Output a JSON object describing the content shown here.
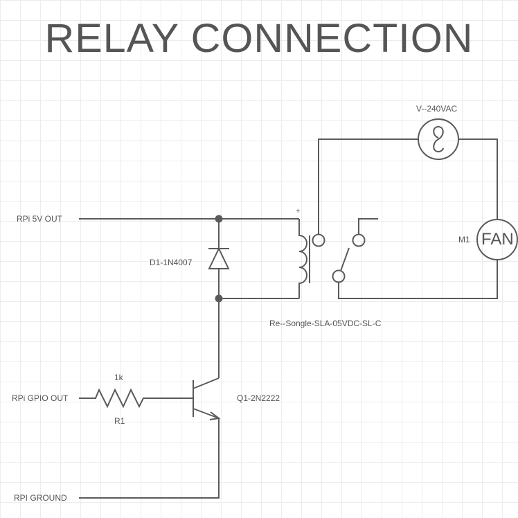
{
  "title": "RELAY CONNECTION",
  "colors": {
    "wire": "#5a5a5a",
    "text": "#555555",
    "grid": "#ececec",
    "background": "#ffffff"
  },
  "labels": {
    "rpi_5v_out": "RPi 5V OUT",
    "rpi_gpio_out": "RPi GPIO OUT",
    "rpi_ground": "RPI GROUND",
    "diode": "D1-1N4007",
    "relay": "Re--Songle-SLA-05VDC-SL-C",
    "relay_polarity": "+",
    "ac_source": "V--240VAC",
    "motor_ref": "M1",
    "motor": "FAN",
    "resistor_value": "1k",
    "resistor_ref": "R1",
    "transistor": "Q1-2N2222"
  },
  "components": [
    {
      "ref": "D1",
      "type": "diode",
      "part": "1N4007"
    },
    {
      "ref": "R1",
      "type": "resistor",
      "value": "1k"
    },
    {
      "ref": "Q1",
      "type": "npn-transistor",
      "part": "2N2222"
    },
    {
      "ref": "Re",
      "type": "relay",
      "part": "Songle-SLA-05VDC-SL-C"
    },
    {
      "ref": "V",
      "type": "ac-source",
      "value": "240VAC"
    },
    {
      "ref": "M1",
      "type": "motor",
      "label": "FAN"
    }
  ]
}
